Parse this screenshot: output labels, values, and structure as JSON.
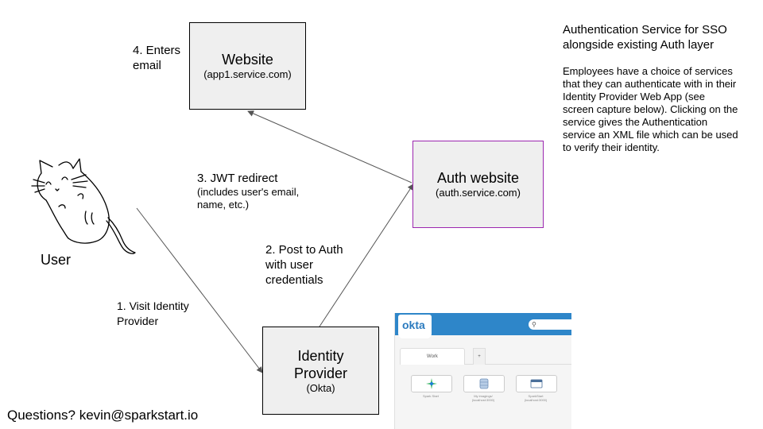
{
  "nodes": {
    "website": {
      "title": "Website",
      "subtitle": "(app1.service.com)"
    },
    "auth": {
      "title": "Auth website",
      "subtitle": "(auth.service.com)"
    },
    "idp": {
      "title_line1": "Identity",
      "title_line2": "Provider",
      "subtitle": "(Okta)"
    },
    "user": {
      "label": "User"
    }
  },
  "steps": {
    "step1": {
      "line1": "1. Visit Identity",
      "line2": "Provider"
    },
    "step2": {
      "line1": "2. Post to Auth",
      "line2": "with user",
      "line3": "credentials"
    },
    "step3": {
      "line1": "3. JWT redirect",
      "line2": "(includes user's email,",
      "line3": "name, etc.)"
    },
    "step4": {
      "line1": "4. Enters",
      "line2": "email"
    }
  },
  "description": {
    "title_line1": "Authentication Service for SSO",
    "title_line2": "alongside existing Auth layer",
    "body_lines": [
      "Employees have a choice of services",
      "that they can authenticate with in their",
      "Identity Provider Web App (see",
      "screen capture below). Clicking on the",
      "service gives the Authentication",
      "service an XML file which can be used",
      "to verify their identity."
    ]
  },
  "contact": "Questions? kevin@sparkstart.io",
  "okta_screenshot": {
    "logo": "okta",
    "search_icon": "search-icon",
    "tab_active": "Work",
    "tab_add": "+",
    "tiles": [
      {
        "label_line1": "Spark Start",
        "label_line2": ""
      },
      {
        "label_line1": "My imagings/",
        "label_line2": "(localhost:3000)"
      },
      {
        "label_line1": "SparkStart",
        "label_line2": "(localhost:3000)"
      }
    ]
  },
  "colors": {
    "box_fill": "#efefef",
    "auth_border": "#9c27b0",
    "okta_blue": "#2e86c9"
  }
}
